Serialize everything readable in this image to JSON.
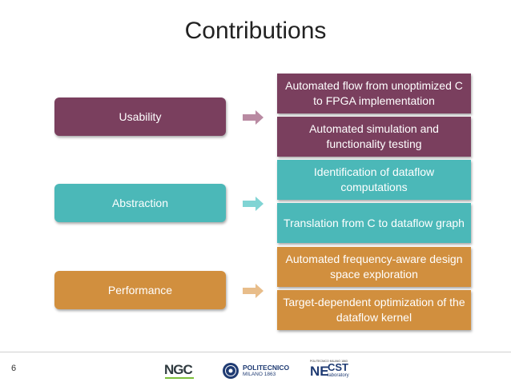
{
  "slide": {
    "title": "Contributions",
    "page_number": "6"
  },
  "categories": [
    {
      "label": "Usability",
      "color": "#7a3f5e",
      "items": [
        "Automated flow from unoptimized C to FPGA implementation",
        "Automated simulation and functionality testing"
      ]
    },
    {
      "label": "Abstraction",
      "color": "#4bb8b8",
      "items": [
        "Identification of dataflow computations",
        "Translation from C to dataflow graph"
      ]
    },
    {
      "label": "Performance",
      "color": "#d18f3e",
      "items": [
        "Automated frequency-aware design space exploration",
        "Target-dependent optimization of the dataflow kernel"
      ]
    }
  ],
  "logos": {
    "ngc": "NGC",
    "polimi_top": "POLITECNICO",
    "polimi_bottom": "MILANO 1863",
    "necst_top": "POLITECNICO MILANO 1863",
    "necst_main_ne": "NE",
    "necst_main_cst": "CST",
    "necst_sub": "laboratory"
  }
}
